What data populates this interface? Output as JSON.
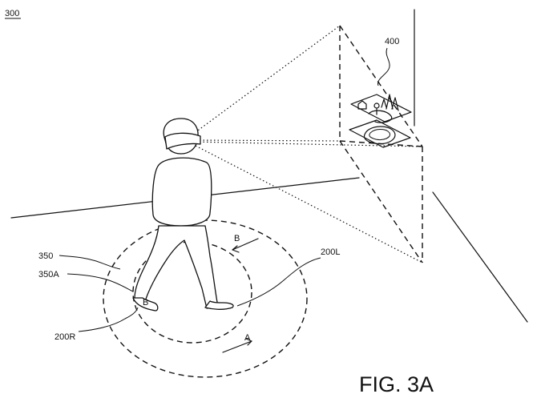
{
  "figure": {
    "ref_number": "300",
    "caption": "FIG. 3A",
    "labels": {
      "virtual_object": "400",
      "outer_boundary": "350",
      "inner_boundary": "350A",
      "right_foot": "200R",
      "left_foot": "200L",
      "arrow_a": "A",
      "arrow_b": "B",
      "foot_b": "B"
    }
  }
}
